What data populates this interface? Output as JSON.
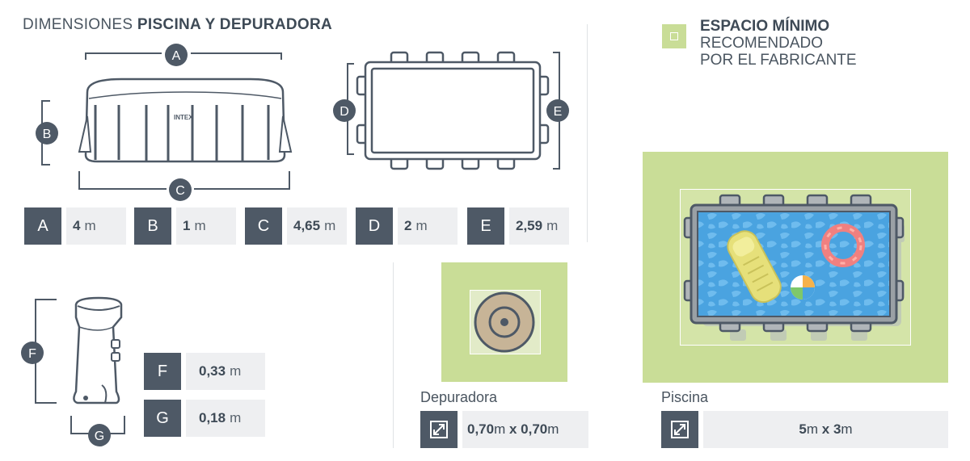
{
  "header": {
    "title_light": "DIMENSIONES ",
    "title_bold": "PISCINA Y DEPURADORA"
  },
  "legend": {
    "line1": "ESPACIO MÍNIMO",
    "line2": "RECOMENDADO",
    "line3": "POR EL FABRICANTE",
    "color": "#c9dd97"
  },
  "diagram_labels": [
    "A",
    "B",
    "C",
    "D",
    "E",
    "F",
    "G"
  ],
  "brand_text": "INTEX",
  "dimensions": [
    {
      "letter": "A",
      "value": "4",
      "unit": "m"
    },
    {
      "letter": "B",
      "value": "1",
      "unit": "m"
    },
    {
      "letter": "C",
      "value": "4,65",
      "unit": "m"
    },
    {
      "letter": "D",
      "value": "2",
      "unit": "m"
    },
    {
      "letter": "E",
      "value": "2,59",
      "unit": "m"
    },
    {
      "letter": "F",
      "value": "0,33",
      "unit": "m"
    },
    {
      "letter": "G",
      "value": "0,18",
      "unit": "m"
    }
  ],
  "depuradora": {
    "caption": "Depuradora",
    "w": "0,70",
    "unit1": "m",
    "x": " x ",
    "h": "0,70",
    "unit2": "m",
    "icon": "resize-diagonal-icon"
  },
  "piscina": {
    "caption": "Piscina",
    "w": "5",
    "unit1": "m",
    "x": " x ",
    "h": "3",
    "unit2": "m",
    "icon": "resize-diagonal-icon"
  },
  "colors": {
    "dark": "#4e5966",
    "light_box": "#eeeff1",
    "green": "#c9dd97",
    "water": "#4aa3e0"
  }
}
